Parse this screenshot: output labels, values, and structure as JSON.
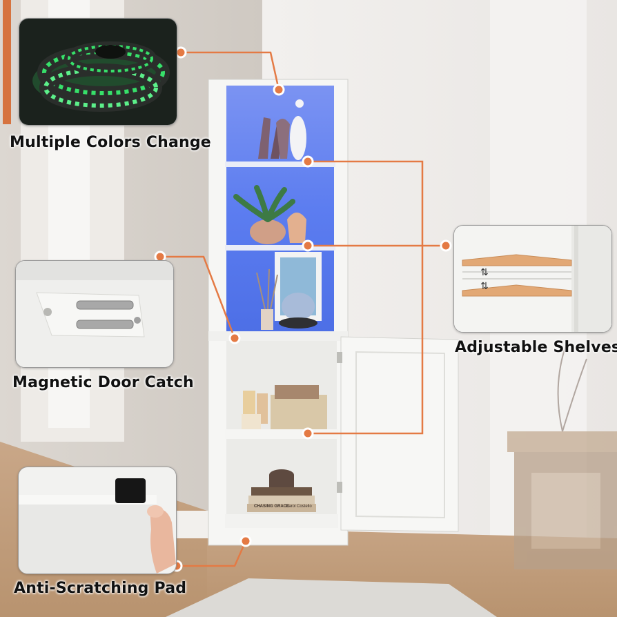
{
  "captions": {
    "colors": "Multiple Colors Change",
    "magnet": "Magnetic Door Catch",
    "shelves": "Adjustable Shelves",
    "pad": "Anti-Scratching Pad"
  },
  "books": {
    "spine_1": "CHASING GRACE",
    "spine_2": "Carol Costello"
  },
  "colors": {
    "callout_orange": "#e47a44",
    "led_glow": "#37e06a",
    "shelf_blue": "#5c7df0",
    "cabinet_white": "#f6f6f4"
  }
}
